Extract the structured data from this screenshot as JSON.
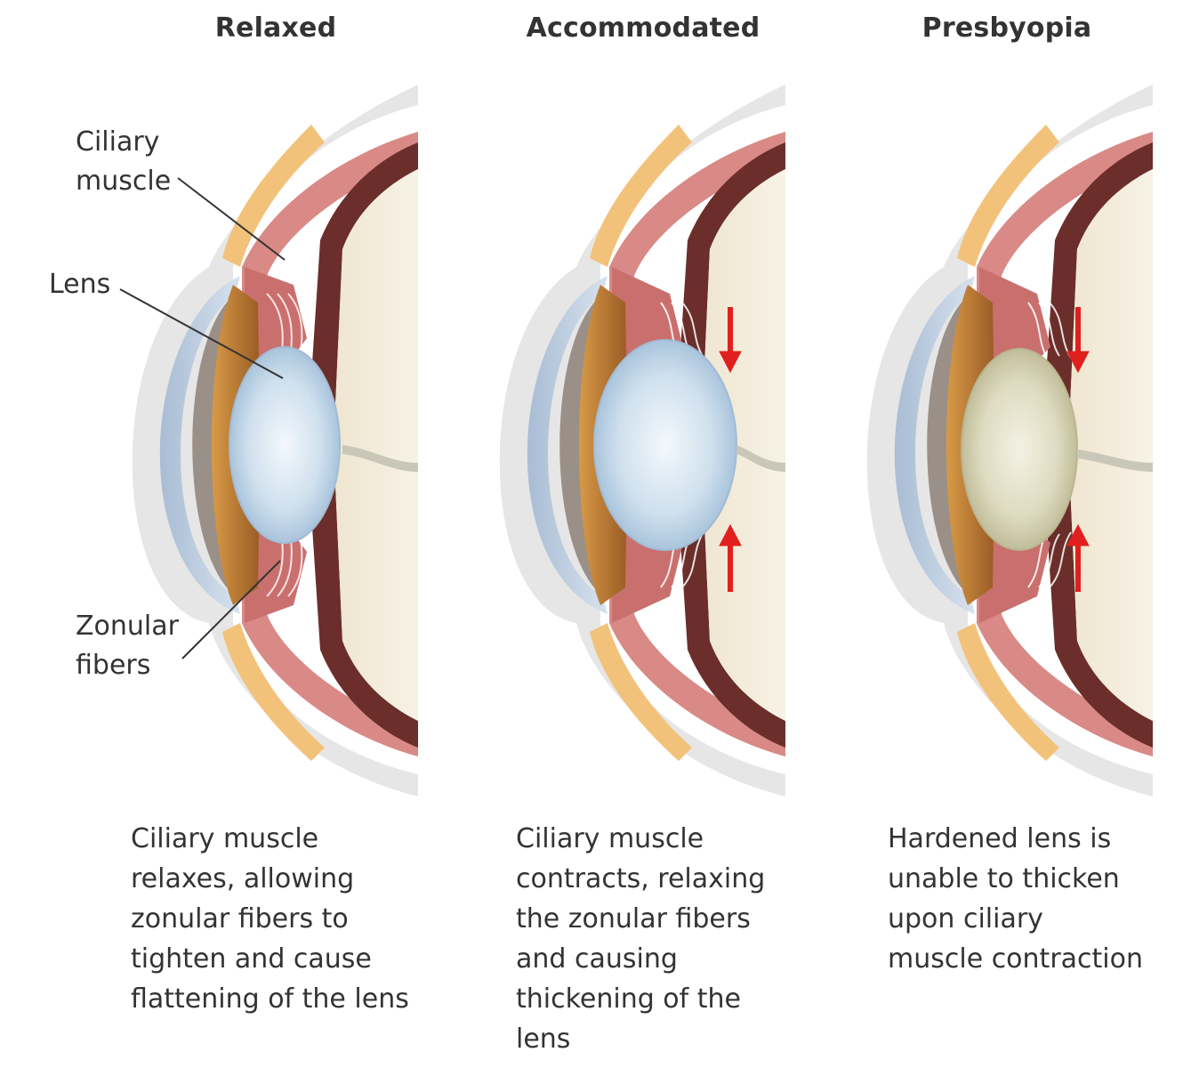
{
  "panels": [
    {
      "title": "Relaxed",
      "caption": [
        "Ciliary muscle",
        "relaxes, allowing",
        "zonular fibers to",
        "tighten and cause",
        "flattening of the lens"
      ]
    },
    {
      "title": "Accommodated",
      "caption": [
        "Ciliary muscle",
        "contracts, relaxing",
        "the zonular fibers",
        "and causing",
        "thickening of the",
        "lens"
      ]
    },
    {
      "title": "Presbyopia",
      "caption": [
        "Hardened lens is",
        "unable to thicken",
        "upon ciliary",
        "muscle contraction"
      ]
    }
  ],
  "labels": {
    "ciliary_line1": "Ciliary",
    "ciliary_line2": "muscle",
    "lens": "Lens",
    "zonular_line1": "Zonular",
    "zonular_line2": "fibers"
  },
  "colors": {
    "sclera": "#e6e6e6",
    "choroid": "#d98a86",
    "muscle": "#c9706e",
    "retina_dark": "#6b2e2a",
    "vitreous": "#f1ead8",
    "cornea": "#bccde0",
    "iris": "#b8793a",
    "lens_normal": "#cfe0ee",
    "lens_hardened": "#dedbc1",
    "arrow": "#e0201f",
    "fat": "#f3c27a"
  }
}
